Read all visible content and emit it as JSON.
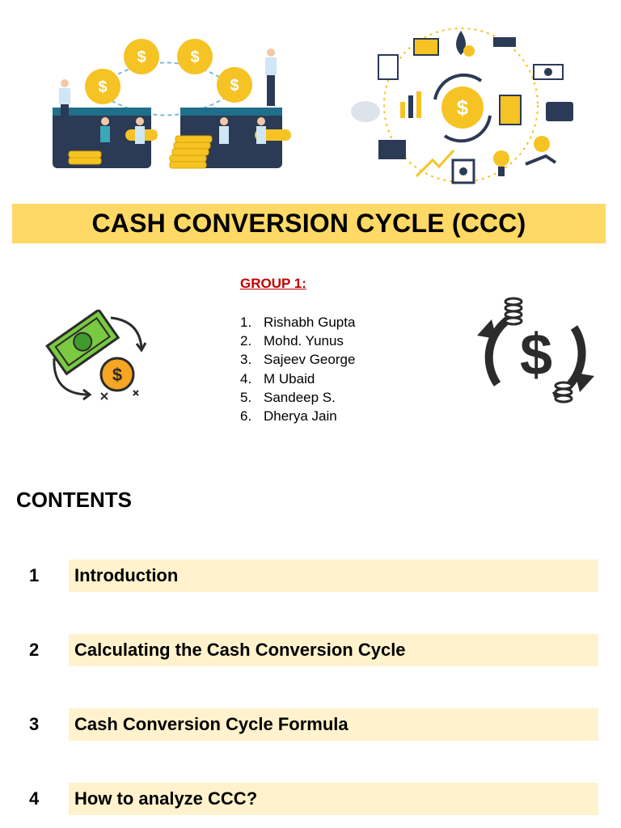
{
  "title": "CASH CONVERSION CYCLE (CCC)",
  "group": {
    "heading": "GROUP 1:",
    "members": [
      {
        "num": "1.",
        "name": "Rishabh Gupta"
      },
      {
        "num": "2.",
        "name": "Mohd. Yunus"
      },
      {
        "num": "3.",
        "name": "Sajeev George"
      },
      {
        "num": "4.",
        "name": "M Ubaid"
      },
      {
        "num": "5.",
        "name": "Sandeep S."
      },
      {
        "num": "6.",
        "name": "Dherya Jain"
      }
    ]
  },
  "contents": {
    "heading": "CONTENTS",
    "items": [
      {
        "num": "1",
        "label": "Introduction"
      },
      {
        "num": "2",
        "label": "Calculating the Cash Conversion Cycle"
      },
      {
        "num": "3",
        "label": "Cash Conversion Cycle Formula"
      },
      {
        "num": "4",
        "label": "How to analyze CCC?"
      }
    ]
  },
  "icons": {
    "left_illustration": "money-transfer-illustration",
    "right_illustration": "finance-icons-circle-illustration",
    "left_icon": "money-exchange-icon",
    "right_icon": "dollar-cycle-icon"
  },
  "colors": {
    "title_bar": "#ffd966",
    "toc_bar": "#fff2cc",
    "group_heading": "#c00000",
    "gold": "#f6c324",
    "navy": "#2b3a55"
  }
}
